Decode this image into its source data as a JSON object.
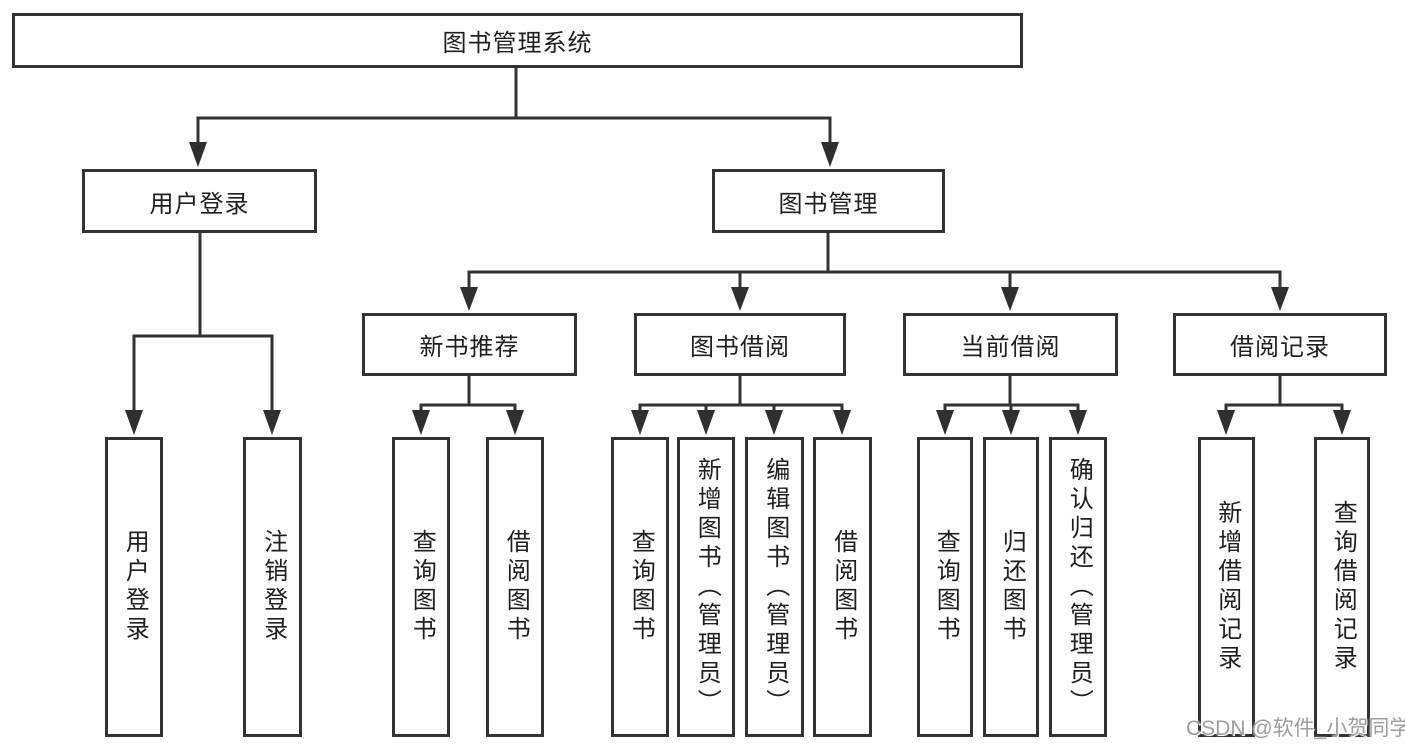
{
  "diagram": {
    "title": "图书管理系统",
    "level1": {
      "user_login": "用户登录",
      "book_mgmt": "图书管理"
    },
    "level2": {
      "new_book_rec": "新书推荐",
      "book_borrow": "图书借阅",
      "current_borrow": "当前借阅",
      "borrow_record": "借阅记录"
    },
    "leaves": {
      "login": "用户登录",
      "logout": "注销登录",
      "rec_query_books": "查询图书",
      "rec_borrow_books": "借阅图书",
      "bor_query_books": "查询图书",
      "bor_add_books": "新增图书（管理员）",
      "bor_edit_books": "编辑图书（管理员）",
      "bor_borrow_books": "借阅图书",
      "cur_query_books": "查询图书",
      "cur_return_books": "归还图书",
      "cur_confirm_return": "确认归还（管理员）",
      "brec_add_record": "新增借阅记录",
      "brec_query_record": "查询借阅记录"
    }
  },
  "watermark": "CSDN @软件_小贺同学",
  "colors": {
    "line": "#333333",
    "text": "#1f1f1f",
    "watermark": "#9e9e9e",
    "background": "#ffffff"
  }
}
